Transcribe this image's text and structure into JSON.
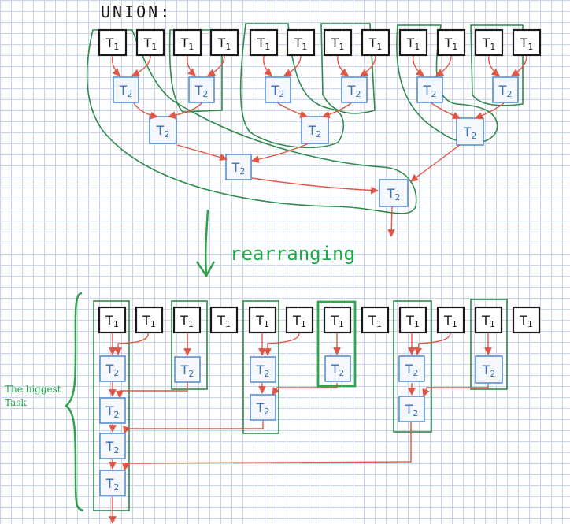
{
  "heading": "UNION:",
  "transition_label": "rearranging",
  "side_label": [
    "The biggest",
    "Task"
  ],
  "leaf_task": {
    "prefix": "T",
    "sub": "1"
  },
  "merge_task": {
    "prefix": "T",
    "sub": "2"
  },
  "colors": {
    "leaf_border": "#1a1a1a",
    "merge_border": "#5b8fd0",
    "merge_text": "#3d6fb3",
    "arrow": "#e05545",
    "group_outline": "#2f8a4e",
    "highlight": "#2ca84a",
    "label_green": "#1fa84a",
    "grid": "#c9d4e6"
  }
}
